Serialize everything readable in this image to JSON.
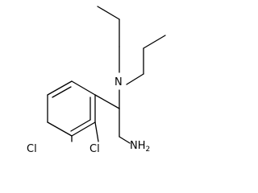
{
  "molecule": {
    "atoms": {
      "nitrogen": "N",
      "amine": "NH2",
      "chlorine_3": "Cl",
      "chlorine_2": "Cl"
    },
    "colors": {
      "bond": "#000000",
      "label": "#000000",
      "background": "#ffffff"
    }
  }
}
